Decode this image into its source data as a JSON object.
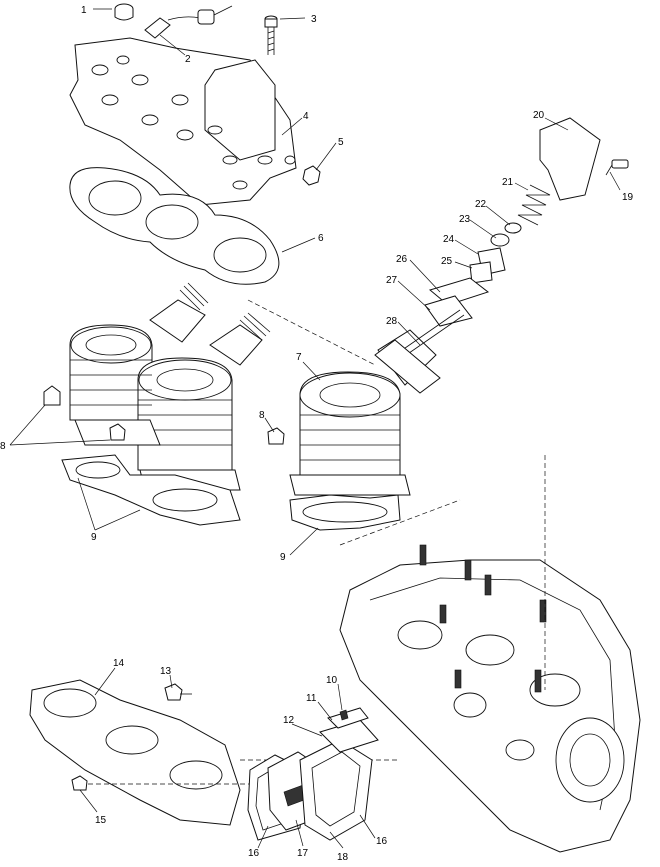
{
  "callouts": {
    "c1": "1",
    "c2": "2",
    "c3": "3",
    "c4": "4",
    "c5": "5",
    "c6": "6",
    "c7": "7",
    "c8a": "8",
    "c8b": "8",
    "c9a": "9",
    "c9b": "9",
    "c10": "10",
    "c11": "11",
    "c12": "12",
    "c13": "13",
    "c14": "14",
    "c15": "15",
    "c16a": "16",
    "c16b": "16",
    "c17": "17",
    "c18": "18",
    "c19": "19",
    "c20": "20",
    "c21": "21",
    "c22": "22",
    "c23": "23",
    "c24": "24",
    "c25": "25",
    "c26": "26",
    "c27": "27",
    "c28": "28"
  }
}
